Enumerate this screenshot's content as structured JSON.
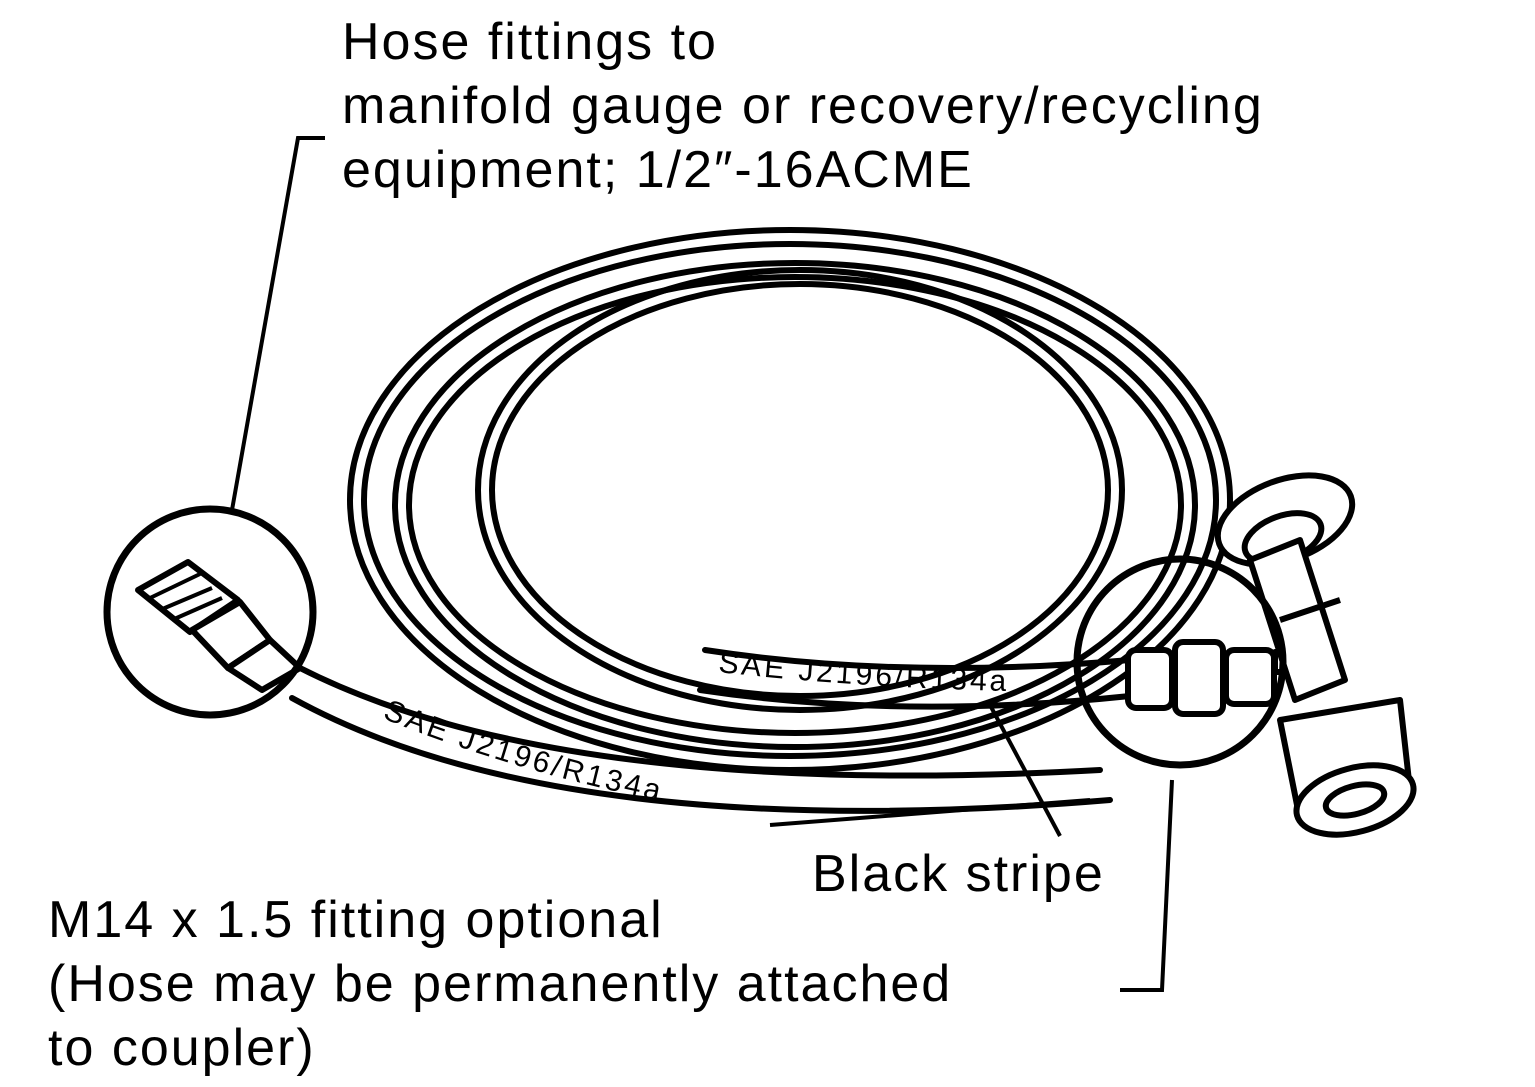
{
  "labels": {
    "hose_fittings": [
      "Hose fittings to",
      "manifold gauge or recovery/recycling",
      "equipment; 1/2″-16ACME"
    ],
    "m14_fitting": [
      "M14 x 1.5 fitting optional",
      "(Hose may be permanently attached",
      "to coupler)"
    ],
    "black_stripe": "Black stripe"
  },
  "hose_markings": {
    "upper": "SAE J2196/R134a",
    "lower": "SAE J2196/R134a"
  },
  "colors": {
    "ink": "#000000",
    "paper": "#ffffff"
  }
}
